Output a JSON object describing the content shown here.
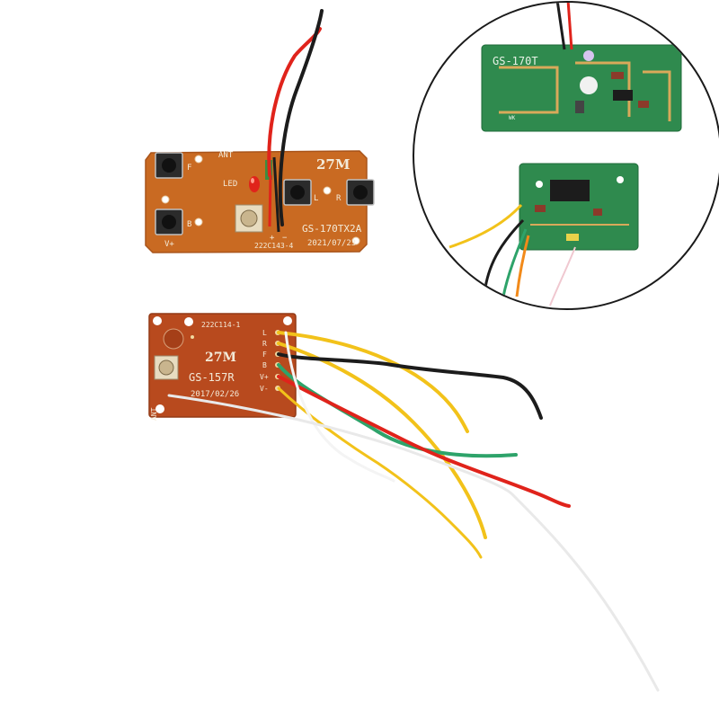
{
  "transmitter_board": {
    "label_ant": "ANT",
    "label_led": "LED",
    "label_f": "F",
    "label_b": "B",
    "label_vplus": "V+",
    "label_l": "L",
    "label_r": "R",
    "label_plus": "+",
    "label_minus": "−",
    "frequency": "27M",
    "model": "GS-170TX2A",
    "part_code": "222C143-4",
    "date": "2021/07/23"
  },
  "receiver_board": {
    "part_code": "222C114-1",
    "frequency": "27M",
    "model": "GS-157R",
    "date": "2017/02/26",
    "label_ant": "ANT",
    "pins": [
      "L",
      "R",
      "F",
      "B",
      "V+",
      "V-"
    ]
  },
  "inset": {
    "model": "GS-170T",
    "tag_wk": "WK"
  },
  "colors": {
    "pcb_orange": "#c96a22",
    "pcb_receiver": "#b84a1e",
    "pcb_green": "#2f8a4e",
    "wire_red": "#e0231b",
    "wire_black": "#1c1c1c",
    "wire_yellow": "#f2c21a",
    "wire_green": "#2ea36a",
    "wire_white": "#f4f4f4"
  }
}
